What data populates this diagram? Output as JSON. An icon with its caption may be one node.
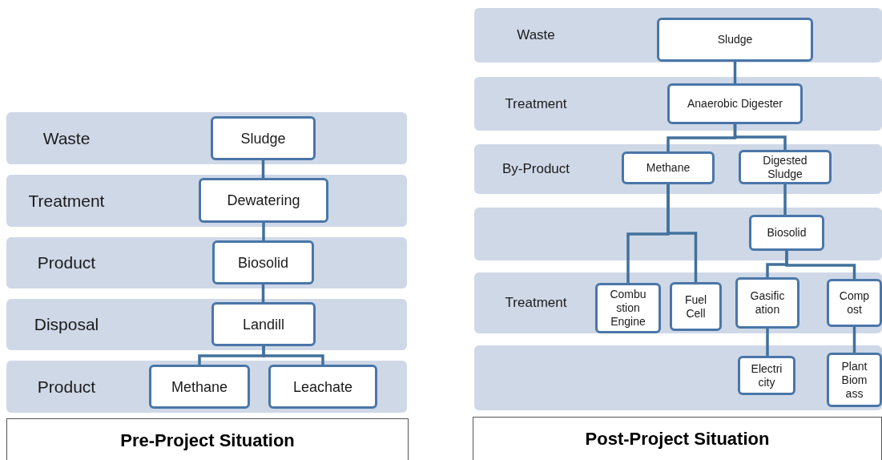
{
  "diagram": {
    "nodes": [
      {
        "text": [
          "Waste"
        ]
      },
      {
        "text": [
          "Sludge"
        ],
        "in": 0
      },
      {
        "text": [
          "Treatment"
        ]
      },
      {
        "text": [
          "Dewatering"
        ],
        "in": 2
      },
      {
        "text": [
          "Product"
        ]
      },
      {
        "text": [
          "Biosolid"
        ],
        "in": 4
      },
      {
        "text": [
          "Disposal"
        ]
      },
      {
        "text": [
          "Landill"
        ],
        "in": 6
      },
      {
        "text": [
          "Product"
        ]
      },
      {
        "text": [
          "Methane"
        ],
        "in": 8
      },
      {
        "text": [
          "Leachate"
        ],
        "in": 8
      },
      {
        "text": [
          "Pre-Project Situation"
        ]
      },
      {
        "text": [
          "Waste"
        ]
      },
      {
        "text": [
          "Sludge"
        ],
        "in": 12
      },
      {
        "text": [
          "Treatment"
        ]
      },
      {
        "text": [
          "Anaerobic Digester"
        ],
        "in": 14
      },
      {
        "text": [
          "By-Product"
        ]
      },
      {
        "text": [
          "Methane"
        ],
        "in": 16
      },
      {
        "text": [
          "Digested Sludge"
        ],
        "in": 16
      },
      {
        "text": [],
        "shape": "bar"
      },
      {
        "text": [
          "Biosolid"
        ],
        "in": 19
      },
      {
        "text": [
          "Treatment"
        ]
      },
      {
        "text": [
          "Combu stion Engine"
        ],
        "in": 21
      },
      {
        "text": [
          "Fuel Cell"
        ],
        "in": 21
      },
      {
        "text": [
          "Gasific ation"
        ],
        "in": 21
      },
      {
        "text": [
          "Comp ost"
        ],
        "in": 21
      },
      {
        "text": [],
        "shape": "bar"
      },
      {
        "text": [
          "Electri city"
        ],
        "in": 26
      },
      {
        "text": [
          "Plant Biom ass"
        ],
        "in": 26
      },
      {
        "text": [
          "Post-Project Situation"
        ]
      }
    ],
    "edges": [
      {
        "from": 1,
        "to": 3,
        "arrow": "none"
      },
      {
        "from": 3,
        "to": 5,
        "arrow": "none"
      },
      {
        "from": 5,
        "to": 7,
        "arrow": "none"
      },
      {
        "from": 7,
        "to": 9,
        "arrow": "none"
      },
      {
        "from": 7,
        "to": 10,
        "arrow": "none"
      },
      {
        "from": 13,
        "to": 15,
        "arrow": "none"
      },
      {
        "from": 15,
        "to": 17,
        "arrow": "none"
      },
      {
        "from": 15,
        "to": 18,
        "arrow": "none"
      },
      {
        "from": 17,
        "to": 22,
        "arrow": "none"
      },
      {
        "from": 17,
        "to": 23,
        "arrow": "none"
      },
      {
        "from": 18,
        "to": 20,
        "arrow": "none"
      },
      {
        "from": 20,
        "to": 24,
        "arrow": "none"
      },
      {
        "from": 20,
        "to": 25,
        "arrow": "none"
      },
      {
        "from": 24,
        "to": 27,
        "arrow": "none"
      },
      {
        "from": 25,
        "to": 28,
        "arrow": "none"
      }
    ]
  }
}
